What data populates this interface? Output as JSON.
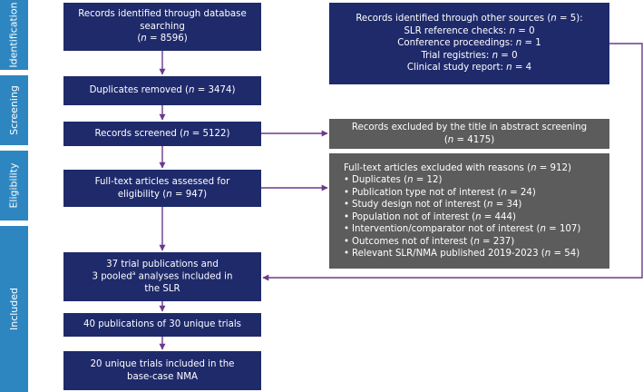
{
  "phases": {
    "identification": "Identification",
    "screening": "Screening",
    "eligibility": "Eligibility",
    "included": "Included"
  },
  "boxes": {
    "database": {
      "line1": "Records identified through database",
      "line2": "searching",
      "n_prefix": "(",
      "n_label": "n",
      "n_value": " = 8596)"
    },
    "other_sources": {
      "title_prefix": "Records identified through other sources (",
      "title_n": "n",
      "title_suffix": " = 5):",
      "items": [
        {
          "label": "SLR reference checks: ",
          "n": "n",
          "value": " = 0"
        },
        {
          "label": "Conference proceedings: ",
          "n": "n",
          "value": " = 1"
        },
        {
          "label": "Trial registries: ",
          "n": "n",
          "value": " = 0"
        },
        {
          "label": "Clinical study report: ",
          "n": "n",
          "value": " = 4"
        }
      ]
    },
    "duplicates": {
      "label": "Duplicates removed (",
      "n": "n",
      "value": " = 3474)"
    },
    "screened": {
      "label": "Records screened (",
      "n": "n",
      "value": " = 5122)"
    },
    "excluded_title": {
      "line1": "Records excluded by the title in abstract screening",
      "n_prefix": "(",
      "n": "n",
      "value": " = 4175)"
    },
    "fulltext": {
      "line1": "Full-text articles assessed for",
      "line2_prefix": "eligibility (",
      "n": "n",
      "value": " = 947)"
    },
    "excluded_fulltext": {
      "title_prefix": "Full-text articles excluded with reasons (",
      "title_n": "n",
      "title_suffix": " = 912)",
      "items": [
        {
          "label": "Duplicates (",
          "n": "n",
          "value": " = 12)"
        },
        {
          "label": "Publication type not of interest (",
          "n": "n",
          "value": " = 24)"
        },
        {
          "label": "Study design not of interest (",
          "n": "n",
          "value": " = 34)"
        },
        {
          "label": "Population not of interest (",
          "n": "n",
          "value": " = 444)"
        },
        {
          "label": "Intervention/comparator not of interest (",
          "n": "n",
          "value": " = 107)"
        },
        {
          "label": "Outcomes not of interest (",
          "n": "n",
          "value": " = 237)"
        },
        {
          "label": "Relevant SLR/NMA published 2019-2023 (",
          "n": "n",
          "value": " = 54)"
        }
      ]
    },
    "included_slr": {
      "line1": "37 trial publications and",
      "line2_a": "3 pooled",
      "line2_sup": "a",
      "line2_b": " analyses included in",
      "line3": "the SLR"
    },
    "publications": {
      "label": "40 publications of 30 unique trials"
    },
    "nma": {
      "line1": "20 unique trials included in the",
      "line2": "base-case NMA"
    }
  },
  "colors": {
    "sidebar": "#2e86c1",
    "navy": "#1f2a6b",
    "grey": "#5c5c5c",
    "connector": "#6a3a8c"
  }
}
